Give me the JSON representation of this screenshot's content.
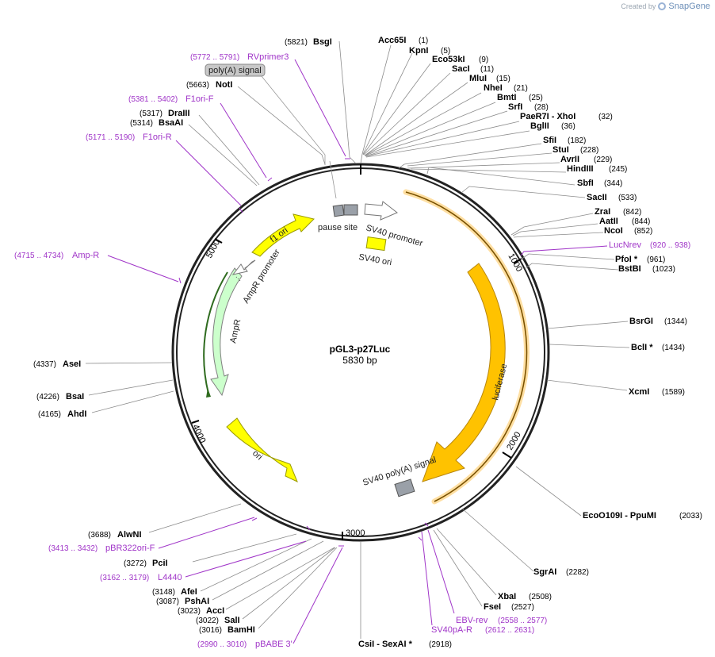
{
  "credit": {
    "prefix": "Created by",
    "brand": "SnapGene"
  },
  "plasmid": {
    "name": "pGL3-p27Luc",
    "size": "5830 bp"
  },
  "ticks": [
    {
      "label": "1000"
    },
    {
      "label": "2000"
    },
    {
      "label": "3000"
    },
    {
      "label": "4000"
    },
    {
      "label": "5000"
    }
  ],
  "enzymes": [
    {
      "name": "BsgI",
      "pos": "(5821)"
    },
    {
      "name": "Acc65I",
      "pos": "(1)"
    },
    {
      "name": "KpnI",
      "pos": "(5)"
    },
    {
      "name": "Eco53kI",
      "pos": "(9)"
    },
    {
      "name": "SacI",
      "pos": "(11)"
    },
    {
      "name": "MluI",
      "pos": "(15)"
    },
    {
      "name": "NheI",
      "pos": "(21)"
    },
    {
      "name": "BmtI",
      "pos": "(25)"
    },
    {
      "name": "SrfI",
      "pos": "(28)"
    },
    {
      "name": "PaeR7I  - XhoI",
      "pos": "(32)"
    },
    {
      "name": "BglII",
      "pos": "(36)"
    },
    {
      "name": "SfiI",
      "pos": "(182)"
    },
    {
      "name": "StuI",
      "pos": "(228)"
    },
    {
      "name": "AvrII",
      "pos": "(229)"
    },
    {
      "name": "HindIII",
      "pos": "(245)"
    },
    {
      "name": "SbfI",
      "pos": "(344)"
    },
    {
      "name": "SacII",
      "pos": "(533)"
    },
    {
      "name": "ZraI",
      "pos": "(842)"
    },
    {
      "name": "AatII",
      "pos": "(844)"
    },
    {
      "name": "NcoI",
      "pos": "(852)"
    },
    {
      "name": "PfoI *",
      "pos": "(961)"
    },
    {
      "name": "BstBI",
      "pos": "(1023)"
    },
    {
      "name": "BsrGI",
      "pos": "(1344)"
    },
    {
      "name": "BclI *",
      "pos": "(1434)"
    },
    {
      "name": "XcmI",
      "pos": "(1589)"
    },
    {
      "name": "EcoO109I   - PpuMI",
      "pos": "(2033)"
    },
    {
      "name": "SgrAI",
      "pos": "(2282)"
    },
    {
      "name": "XbaI",
      "pos": "(2508)"
    },
    {
      "name": "FseI",
      "pos": "(2527)"
    },
    {
      "name": "CsiI   - SexAI *",
      "pos": "(2918)"
    },
    {
      "name": "BamHI",
      "pos": "(3016)"
    },
    {
      "name": "SalI",
      "pos": "(3022)"
    },
    {
      "name": "AccI",
      "pos": "(3023)"
    },
    {
      "name": "PshAI",
      "pos": "(3087)"
    },
    {
      "name": "AfeI",
      "pos": "(3148)"
    },
    {
      "name": "PciI",
      "pos": "(3272)"
    },
    {
      "name": "AlwNI",
      "pos": "(3688)"
    },
    {
      "name": "AhdI",
      "pos": "(4165)"
    },
    {
      "name": "BsaI",
      "pos": "(4226)"
    },
    {
      "name": "AseI",
      "pos": "(4337)"
    },
    {
      "name": "BsaAI",
      "pos": "(5314)"
    },
    {
      "name": "DraIII",
      "pos": "(5317)"
    },
    {
      "name": "NotI",
      "pos": "(5663)"
    }
  ],
  "primers": [
    {
      "name": "RVprimer3",
      "pos": "(5772 .. 5791)"
    },
    {
      "name": "F1ori-F",
      "pos": "(5381 .. 5402)"
    },
    {
      "name": "F1ori-R",
      "pos": "(5171 .. 5190)"
    },
    {
      "name": "Amp-R",
      "pos": "(4715 .. 4734)"
    },
    {
      "name": "LucNrev",
      "pos": "(920 .. 938)"
    },
    {
      "name": "pBR322ori-F",
      "pos": "(3413 .. 3432)"
    },
    {
      "name": "L4440",
      "pos": "(3162 .. 3179)"
    },
    {
      "name": "pBABE 3'",
      "pos": "(2990 .. 3010)"
    },
    {
      "name": "EBV-rev",
      "pos": "(2558 .. 2577)"
    },
    {
      "name": "SV40pA-R",
      "pos": "(2612 .. 2631)"
    }
  ],
  "features": {
    "poly_a_signal": "poly(A) signal",
    "pause_site": "pause site",
    "sv40_promoter": "SV40 promoter",
    "sv40_ori": "SV40 ori",
    "f1_ori": "f1 ori",
    "ampr_promoter": "AmpR promoter",
    "ampr": "AmpR",
    "ori": "ori",
    "luciferase": "luciferase",
    "sv40_polya": "SV40 poly(A) signal"
  },
  "colors": {
    "backbone": "#222222",
    "primer": "#a035c8",
    "feature_yellow": "#ffff00",
    "luciferase": "#ffc200",
    "ampr": "#ccffcc",
    "gray_feature": "#9aa0a8"
  }
}
